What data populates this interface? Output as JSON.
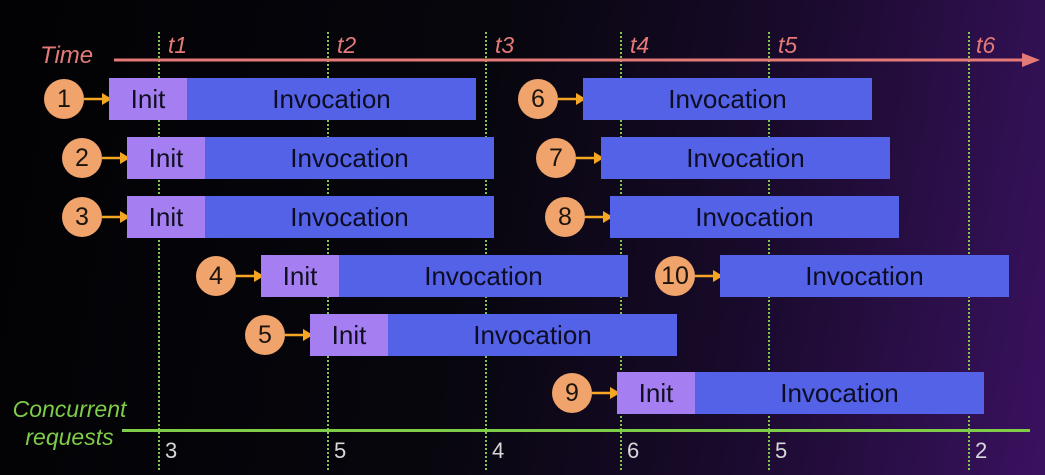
{
  "time_label": "Time",
  "ticks": [
    "t1",
    "t2",
    "t3",
    "t4",
    "t5",
    "t6"
  ],
  "init_label": "Init",
  "invocation_label": "Invocation",
  "requests": [
    {
      "id": "1",
      "has_init": true
    },
    {
      "id": "2",
      "has_init": true
    },
    {
      "id": "3",
      "has_init": true
    },
    {
      "id": "4",
      "has_init": true
    },
    {
      "id": "5",
      "has_init": true
    },
    {
      "id": "6",
      "has_init": false
    },
    {
      "id": "7",
      "has_init": false
    },
    {
      "id": "8",
      "has_init": false
    },
    {
      "id": "9",
      "has_init": true
    },
    {
      "id": "10",
      "has_init": false
    }
  ],
  "concurrent_label_line1": "Concurrent",
  "concurrent_label_line2": "requests",
  "concurrent_counts": [
    "3",
    "5",
    "4",
    "6",
    "5",
    "2"
  ],
  "colors": {
    "init": "#a57ff2",
    "invocation": "#5462e7",
    "circle": "#f0a46c",
    "arrow": "#f5a623",
    "time": "#e47a78",
    "concurrency": "#7fcc48"
  }
}
